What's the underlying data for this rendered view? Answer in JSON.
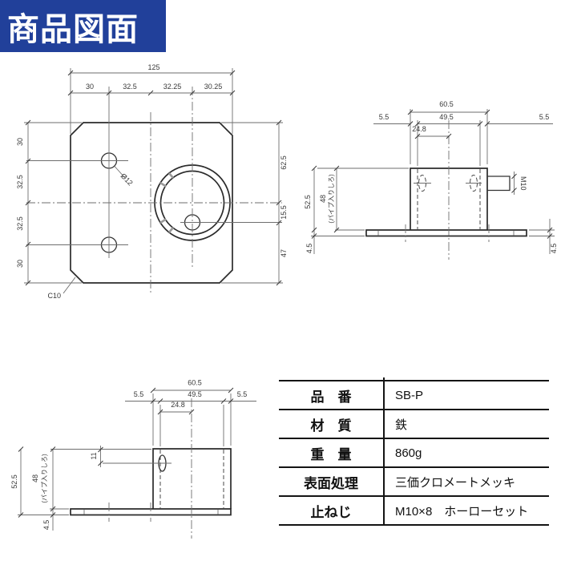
{
  "header": {
    "title": "商品図面"
  },
  "colors": {
    "accent_blue": "#21409a",
    "line": "#2b2b2b",
    "background": "#ffffff"
  },
  "front_view": {
    "total": "125",
    "top": [
      "30",
      "32.5",
      "32.25",
      "30.25"
    ],
    "left": [
      "30",
      "32.5",
      "32.5",
      "30"
    ],
    "right": [
      "62.5",
      "15.5",
      "47"
    ],
    "hole": "Ø12",
    "chamfer": "C10"
  },
  "side_a": {
    "total_w": "60.5",
    "inner_w": "49.5",
    "wall_l": "5.5",
    "wall_r": "5.5",
    "center_off": "24.8",
    "total_h": "52.5",
    "depth": "48",
    "depth_note": "(パイプ入りしろ)",
    "plate_t_l": "4.5",
    "plate_t_r": "4.5",
    "screw": "M10"
  },
  "side_b": {
    "total_w": "60.5",
    "inner_w": "49.5",
    "wall_l": "5.5",
    "wall_r": "5.5",
    "center_off": "24.8",
    "hole_off": "11",
    "total_h": "52.5",
    "depth": "48",
    "depth_note": "(パイプ入りしろ)",
    "plate_t": "4.5"
  },
  "spec_table": {
    "rows": [
      {
        "label": "品　番",
        "value": "SB-P"
      },
      {
        "label": "材　質",
        "value": "鉄"
      },
      {
        "label": "重　量",
        "value": "860g"
      },
      {
        "label": "表面処理",
        "value": "三価クロメートメッキ"
      },
      {
        "label": "止ねじ",
        "value": "M10×8　ホーローセット"
      }
    ]
  }
}
